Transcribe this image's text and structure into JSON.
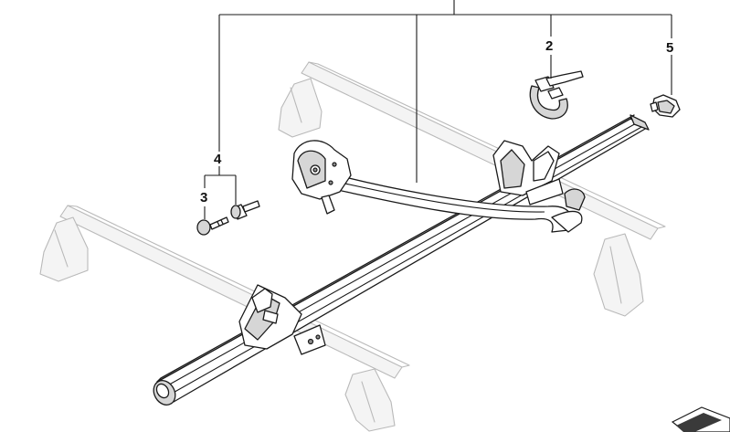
{
  "diagram": {
    "callouts": [
      {
        "id": "2",
        "text": "2"
      },
      {
        "id": "3",
        "text": "3"
      },
      {
        "id": "4",
        "text": "4"
      },
      {
        "id": "5",
        "text": "5"
      }
    ]
  },
  "colors": {
    "line": "#1a1a1a",
    "ghost": "#b9b9b9",
    "shade": "#d6d6d6",
    "corner_badge": "#3a3a3a"
  }
}
